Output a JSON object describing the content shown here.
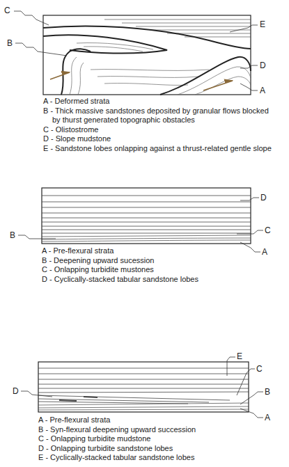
{
  "diagram": {
    "labels": [
      "C",
      "B",
      "E",
      "D",
      "A",
      "A - Deformed strata",
      "B - Thick massive sandstones deposited by granular flows blocked by thurst generated topographic obstacles",
      "C - Olistostrome",
      "D - Slope mudstone",
      "E - Sandstone lobes onlapping against a thrust-related gentle slope",
      "D",
      "C",
      "B",
      "A",
      "A - Pre-flexural strata",
      "B - Deepening upward sucession",
      "C - Onlapping turbidite mustones",
      "D - Cyclically-stacked tabular sandstone lobes",
      "E",
      "C",
      "D",
      "B",
      "A",
      "A - Pre-flexural strata",
      "B - Syn-flexural deepening upward succession",
      "C - Onlapping turbidite mudstone",
      "D - Onlapping turbidite sandstone lobes",
      "E - Cyclically-stacked tabular sandstone lobes"
    ]
  }
}
